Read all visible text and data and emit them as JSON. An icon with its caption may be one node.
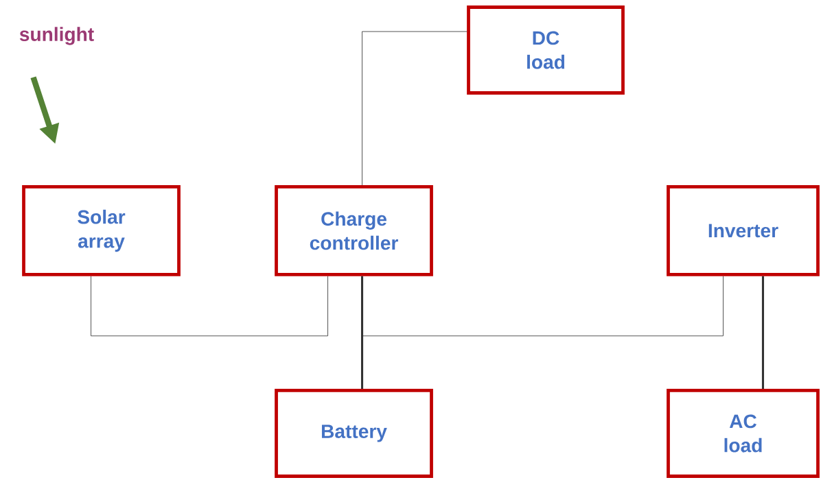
{
  "diagram": {
    "nodes": [
      {
        "text": [
          "sunlight"
        ]
      },
      {
        "text": [
          "DC load"
        ]
      },
      {
        "text": [
          "Solar array"
        ]
      },
      {
        "text": [
          "Charge controller"
        ]
      },
      {
        "text": [
          "Inverter"
        ]
      },
      {
        "text": [
          "Battery"
        ]
      },
      {
        "text": [
          "AC load"
        ]
      }
    ],
    "edges": [
      {
        "from": 0,
        "to": 2,
        "arrow": "to",
        "style": "thick",
        "color": "#548235"
      },
      {
        "from": 3,
        "to": 1,
        "arrow": "none"
      },
      {
        "from": 2,
        "to": 3,
        "arrow": "none"
      },
      {
        "from": 3,
        "to": 5,
        "arrow": "none",
        "style": "thick"
      },
      {
        "from": 3,
        "to": 4,
        "arrow": "none"
      },
      {
        "from": 4,
        "to": 6,
        "arrow": "none",
        "style": "thick"
      }
    ]
  }
}
